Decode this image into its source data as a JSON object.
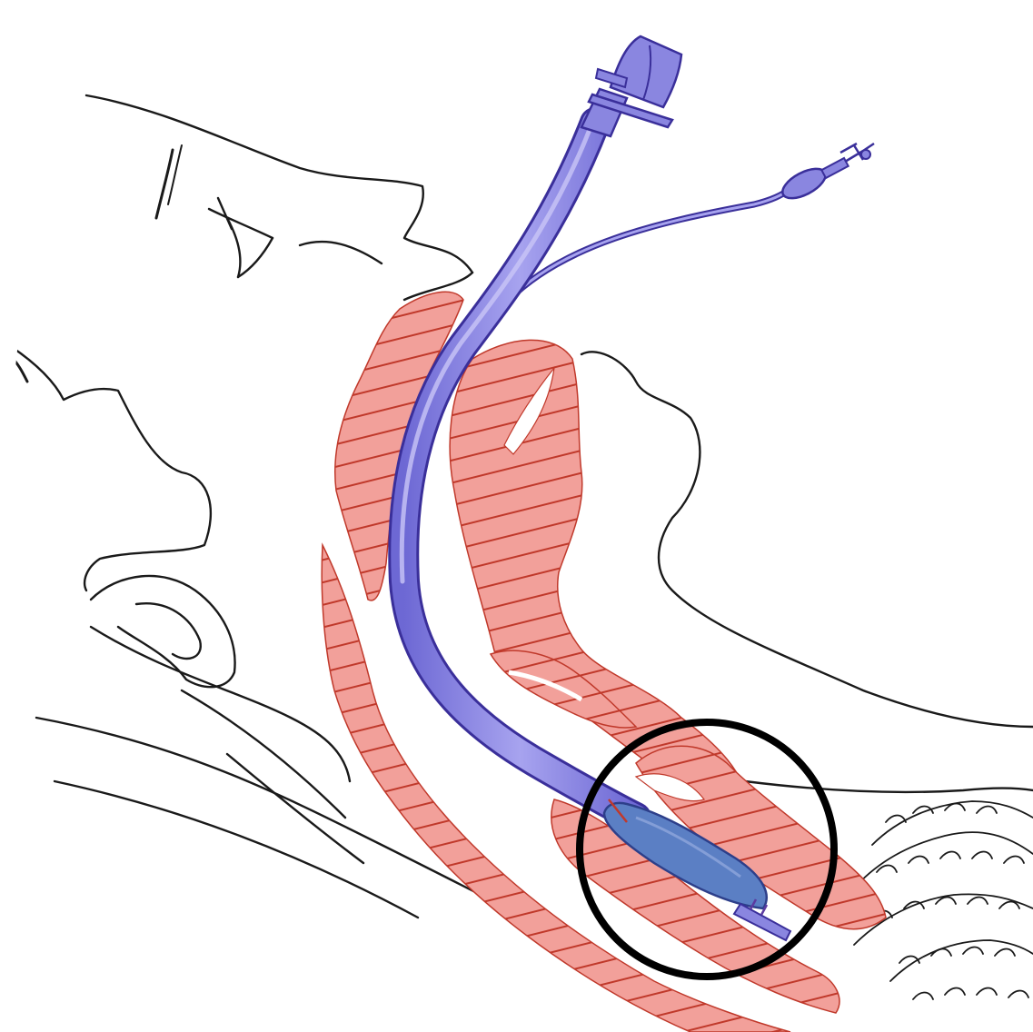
{
  "figure": {
    "kind": "medical illustration",
    "colors": {
      "background": "#ffffff",
      "outline": "#1a1a1a",
      "tissue_fill": "#f2a09a",
      "tissue_hatch": "#c0392b",
      "tube": "#8a86e0",
      "tube_edge": "#3a2f9a",
      "cuff": "#5b7fc4",
      "highlight_circle": "#000000"
    },
    "icons": [
      "head-outline",
      "endotracheal-tube",
      "pilot-balloon",
      "inflated-cuff",
      "highlight-circle"
    ]
  }
}
